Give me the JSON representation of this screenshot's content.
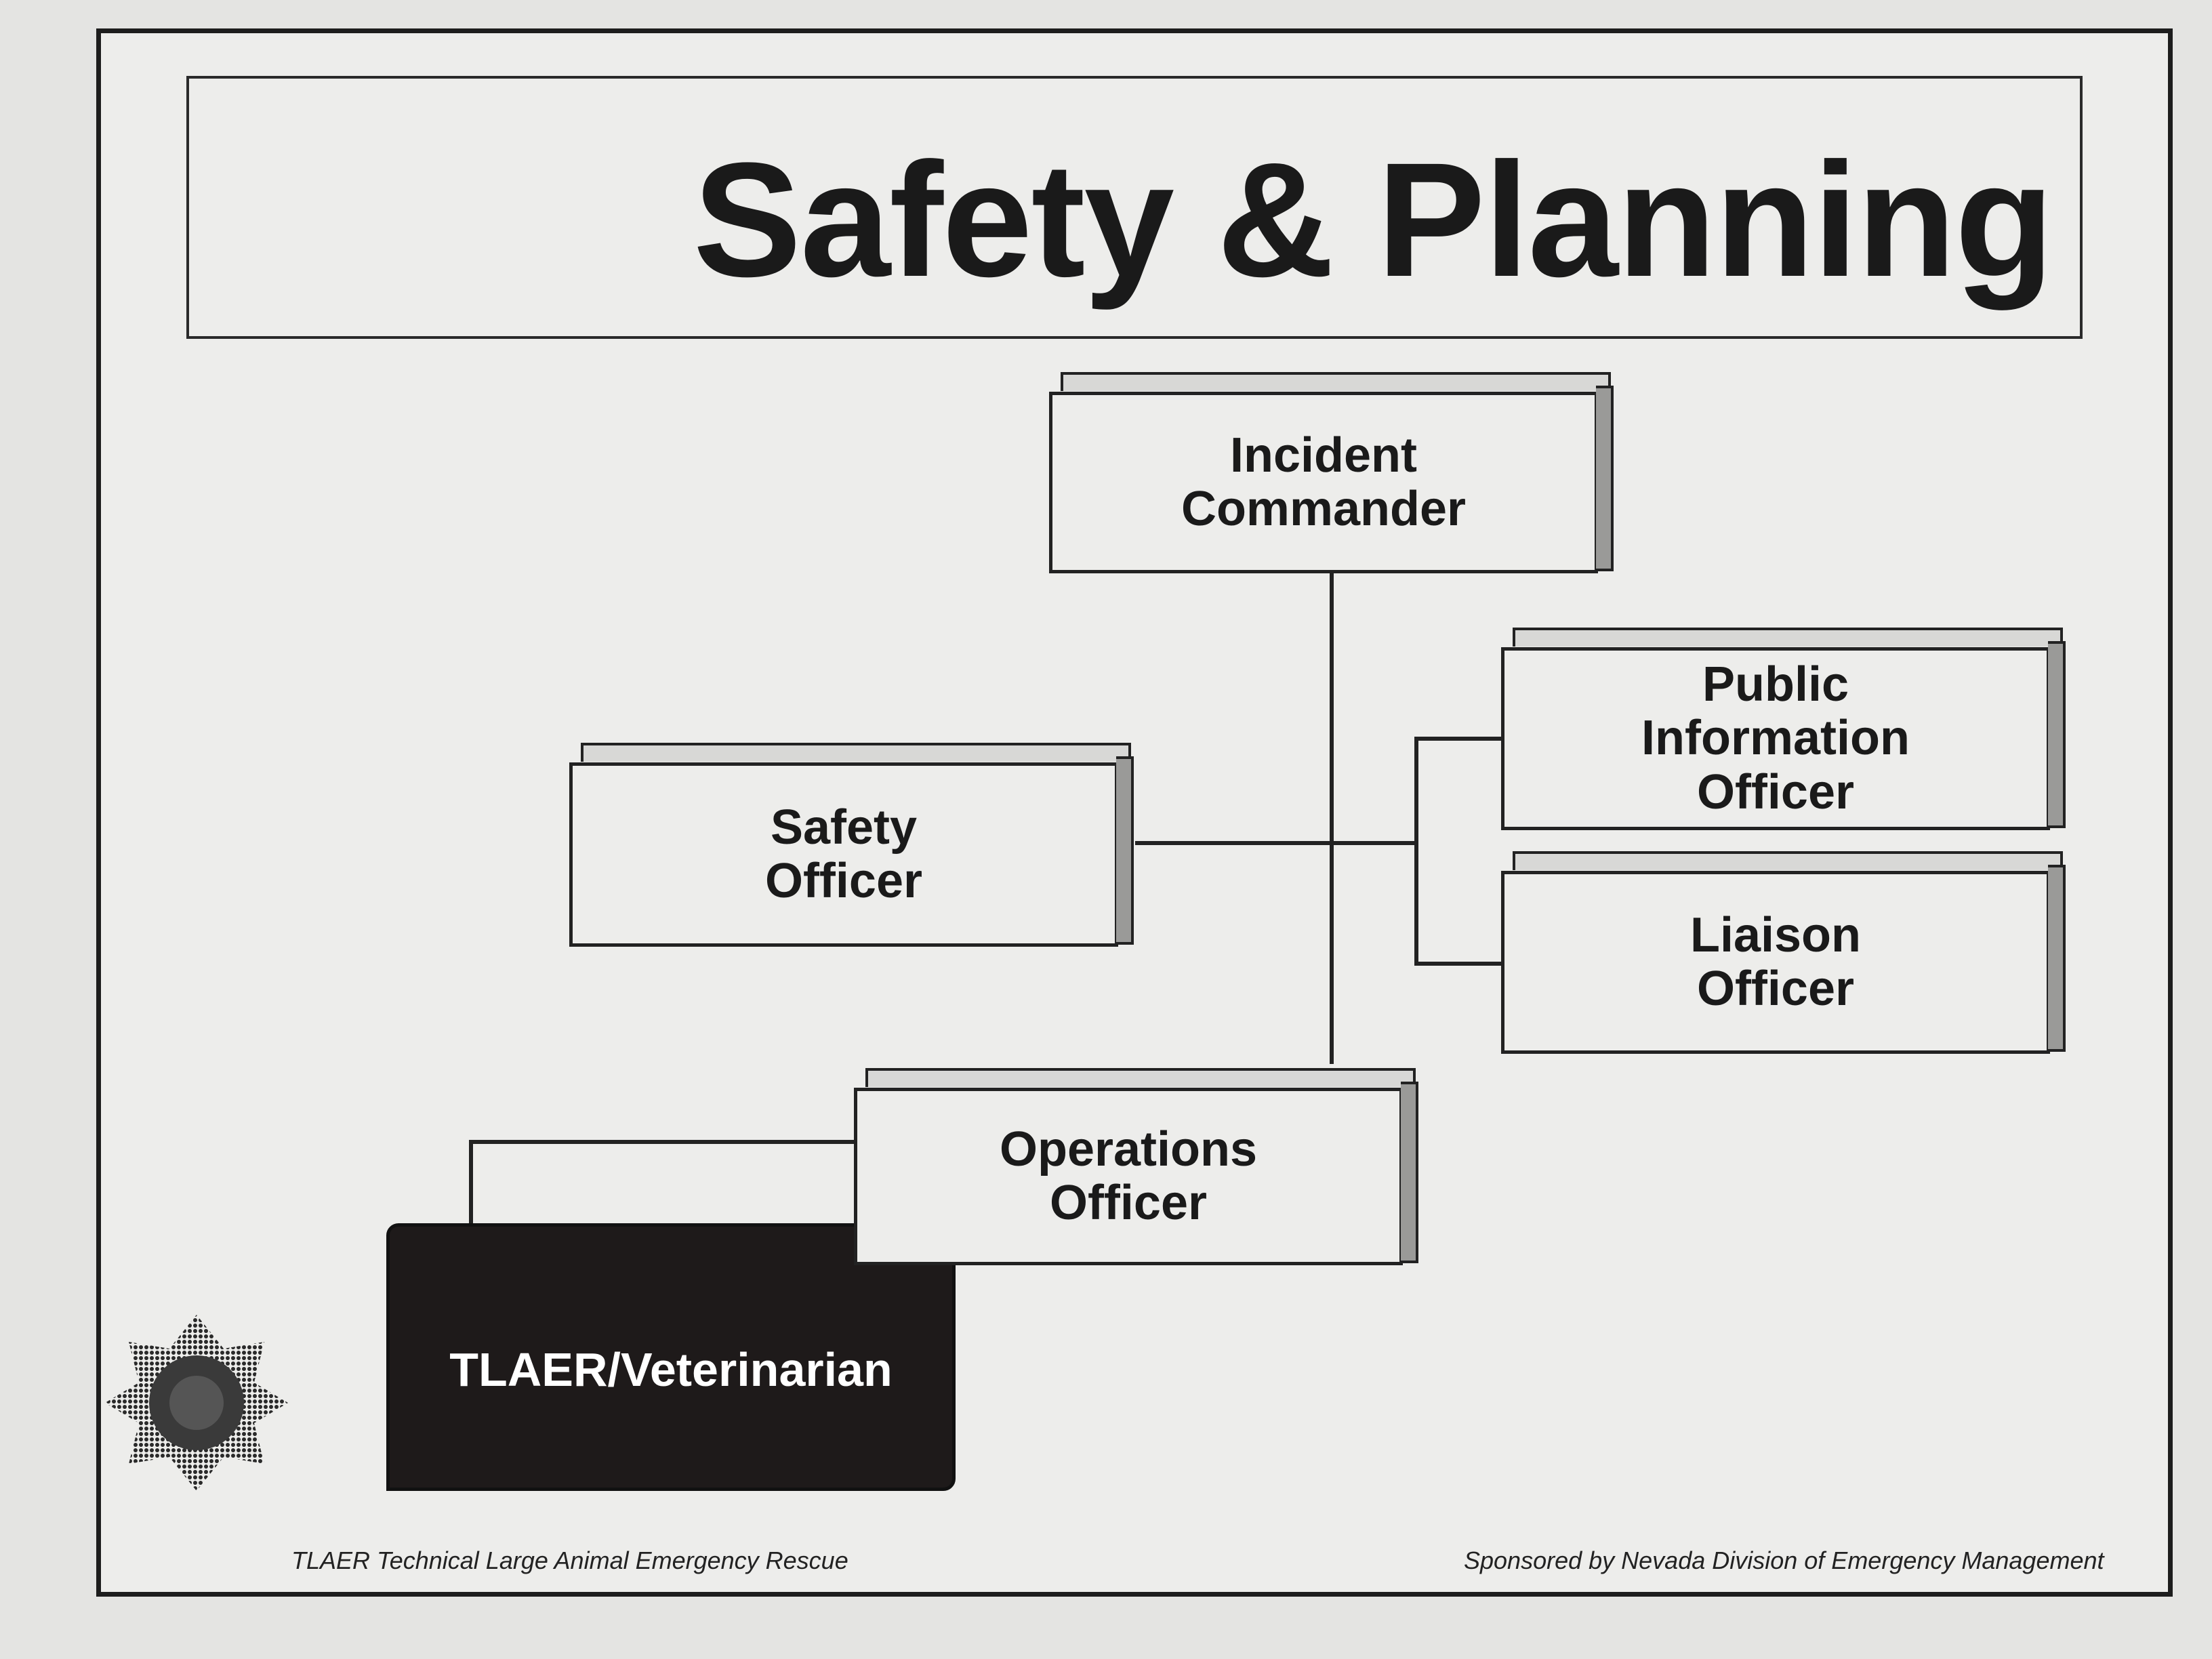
{
  "title": "Safety & Planning",
  "boxes": {
    "incident_commander": "Incident\nCommander",
    "public_information_officer": "Public\nInformation\nOfficer",
    "safety_officer": "Safety\nOfficer",
    "liaison_officer": "Liaison\nOfficer",
    "operations_officer": "Operations\nOfficer",
    "tlaer_veterinarian": "TLAER/Veterinarian"
  },
  "footer": {
    "left": "TLAER Technical Large Animal Emergency Rescue",
    "right": "Sponsored by Nevada Division of Emergency Management"
  },
  "colors": {
    "line": "#222222",
    "dark_box": "#1e1a1a"
  },
  "icons": {
    "logo": "maltese-cross-badge-icon"
  }
}
